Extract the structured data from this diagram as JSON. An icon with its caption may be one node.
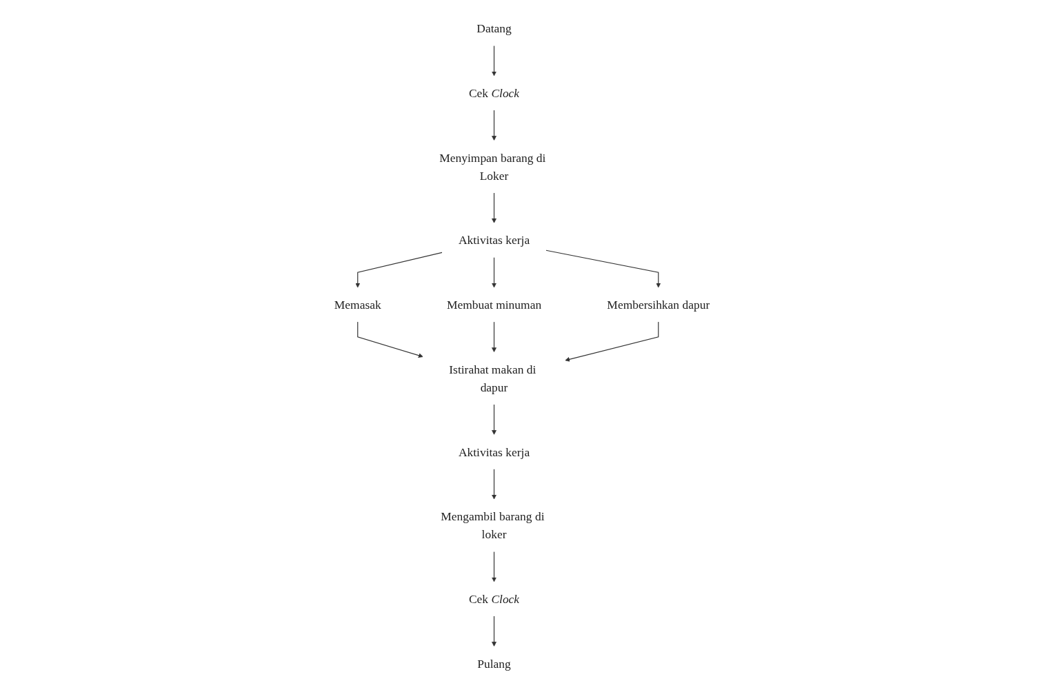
{
  "diagram": {
    "nodes": [
      {
        "text": [
          "Datang"
        ]
      },
      {
        "text": [
          "Cek *Clock*"
        ]
      },
      {
        "text": [
          "Menyimpan barang di Loker"
        ]
      },
      {
        "text": [
          "Aktivitas kerja"
        ]
      },
      {
        "text": [
          "Memasak"
        ]
      },
      {
        "text": [
          "Membuat minuman"
        ]
      },
      {
        "text": [
          "Membersihkan dapur"
        ]
      },
      {
        "text": [
          "Istirahat makan di dapur"
        ]
      },
      {
        "text": [
          "Aktivitas kerja"
        ]
      },
      {
        "text": [
          "Mengambil barang di loker"
        ]
      },
      {
        "text": [
          "Cek *Clock*"
        ]
      },
      {
        "text": [
          "Pulang"
        ]
      }
    ],
    "edges": [
      {
        "from": 0,
        "to": 1,
        "arrow": "to"
      },
      {
        "from": 1,
        "to": 2,
        "arrow": "to"
      },
      {
        "from": 2,
        "to": 3,
        "arrow": "to"
      },
      {
        "from": 3,
        "to": 4,
        "arrow": "to"
      },
      {
        "from": 3,
        "to": 5,
        "arrow": "to"
      },
      {
        "from": 3,
        "to": 6,
        "arrow": "to"
      },
      {
        "from": 4,
        "to": 7,
        "arrow": "to"
      },
      {
        "from": 5,
        "to": 7,
        "arrow": "to"
      },
      {
        "from": 6,
        "to": 7,
        "arrow": "to"
      },
      {
        "from": 7,
        "to": 8,
        "arrow": "to"
      },
      {
        "from": 8,
        "to": 9,
        "arrow": "to"
      },
      {
        "from": 9,
        "to": 10,
        "arrow": "to"
      },
      {
        "from": 10,
        "to": 11,
        "arrow": "to"
      }
    ]
  }
}
